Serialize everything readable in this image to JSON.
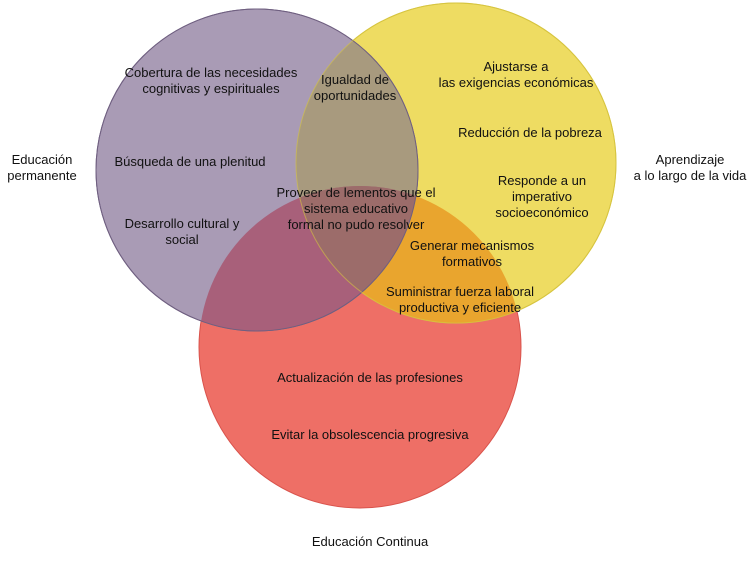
{
  "sets": {
    "permanente": {
      "label": "Educación\npermanente",
      "color": "#A99BB5"
    },
    "aprendizaje": {
      "label": "Aprendizaje\na lo largo de la vida",
      "color": "#EEDC62"
    },
    "continua": {
      "label": "Educación Continua",
      "color": "#EE6F66"
    }
  },
  "overlap_colors": {
    "permanente_aprendizaje": "#A89A7E",
    "permanente_continua": "#A8607A",
    "aprendizaje_continua": "#E9A52E",
    "all": "#9C6C6A"
  },
  "items": {
    "cobertura": "Cobertura de las necesidades\ncognitivas y espirituales",
    "busqueda": "Búsqueda de una plenitud",
    "desarrollo": "Desarrollo cultural y\nsocial",
    "igualdad": "Igualdad de\noportunidades",
    "ajustarse": "Ajustarse a\nlas exigencias económicas",
    "reduccion": "Reducción de la pobreza",
    "responde": "Responde a un\nimperativo\nsocioeconómico",
    "proveer": "Proveer de lementos que el\nsistema educativo\nformal no pudo resolver",
    "generar": "Generar mecanismos\nformativos",
    "suministrar": "Suministrar fuerza laboral\nproductiva y eficiente",
    "actualizacion": "Actualización de las profesiones",
    "evitar": "Evitar la obsolescencia progresiva"
  }
}
